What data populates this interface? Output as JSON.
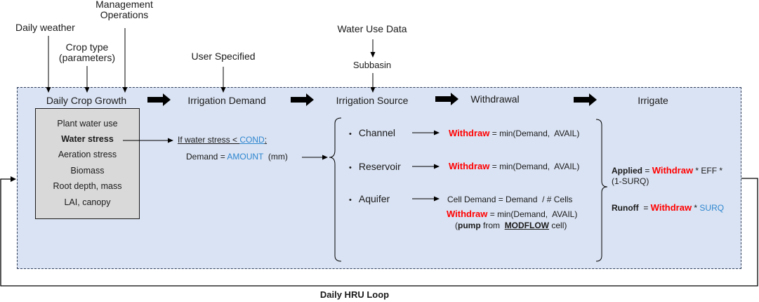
{
  "inputs": {
    "daily_weather": "Daily weather",
    "crop_type_line1": "Crop type",
    "crop_type_line2": "(parameters)",
    "management_line1": "Management",
    "management_line2": "Operations",
    "user_specified": "User Specified",
    "water_use_data": "Water Use Data",
    "subbasin": "Subbasin"
  },
  "stages": [
    {
      "label": "Daily Crop Growth"
    },
    {
      "label": "Irrigation Demand"
    },
    {
      "label": "Irrigation Source"
    },
    {
      "label": "Withdrawal"
    },
    {
      "label": "Irrigate"
    }
  ],
  "crop_growth_items": [
    "Plant water use",
    "Water stress",
    "Aeration stress",
    "Biomass",
    "Root depth, mass",
    "LAI, canopy"
  ],
  "demand": {
    "condition_prefix": "If water stress < ",
    "condition_param": "COND",
    "condition_suffix": ":",
    "formula_prefix": "Demand = ",
    "formula_param": "AMOUNT",
    "formula_suffix": "  (mm)"
  },
  "sources": [
    {
      "bullet": "•",
      "label": "Channel"
    },
    {
      "bullet": "•",
      "label": "Reservoir"
    },
    {
      "bullet": "•",
      "label": "Aquifer"
    }
  ],
  "withdrawal": {
    "withdraw_word": "Withdraw",
    "formula": " = min(Demand,  AVAIL)",
    "cell_demand": "Cell Demand = Demand  / # Cells",
    "pump_open": "(",
    "pump_word": "pump",
    "pump_from": " from  ",
    "modflow": "MODFLOW",
    "pump_close": " cell)"
  },
  "irrigate": {
    "applied_word": "Applied",
    "applied_eq": " = ",
    "withdraw_word": "Withdraw",
    "applied_rest_line1": " * EFF *",
    "applied_rest_line2": "(1-SURQ)",
    "runoff_word": "Runoff",
    "runoff_eq": "  = ",
    "runoff_mult": " * ",
    "surq": "SURQ"
  },
  "loop_label": "Daily HRU Loop",
  "colors": {
    "panel_bg": "#dae3f3",
    "box_bg": "#d9d9d9",
    "highlight_red": "#ff0000",
    "param_blue": "#2e86d0"
  }
}
